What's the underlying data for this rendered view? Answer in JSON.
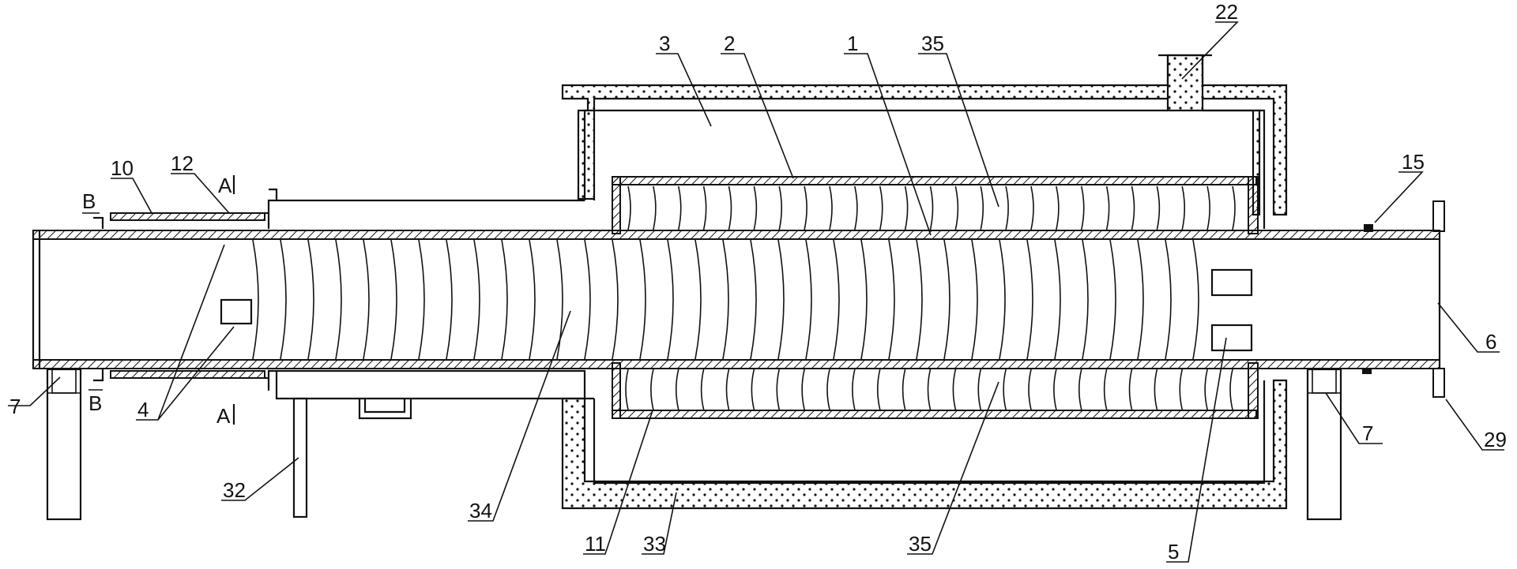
{
  "labels": {
    "l1": "1",
    "l2": "2",
    "l3": "3",
    "l4": "4",
    "l5": "5",
    "l6": "6",
    "l7a": "7",
    "l7b": "7",
    "l10": "10",
    "l11": "11",
    "l12": "12",
    "l15": "15",
    "l22": "22",
    "l29": "29",
    "l32": "32",
    "l33": "33",
    "l34": "34",
    "l35a": "35",
    "l35b": "35",
    "secA1": "A",
    "secA2": "A",
    "secB1": "B",
    "secB2": "B"
  },
  "colors": {
    "line": "#111111",
    "background": "#ffffff"
  }
}
